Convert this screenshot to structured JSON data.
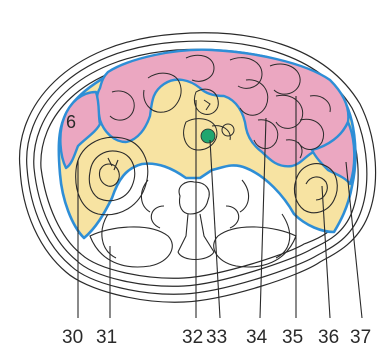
{
  "diagram": {
    "region_label": "6",
    "callouts": [
      "30",
      "31",
      "32",
      "33",
      "34",
      "35",
      "36",
      "37"
    ],
    "colors": {
      "pink": "#EBA7C1",
      "yellow": "#F7E3A2",
      "blue_outline": "#2E8ED6",
      "green_dot": "#1FA66F",
      "line": "#2a2a2a"
    }
  }
}
